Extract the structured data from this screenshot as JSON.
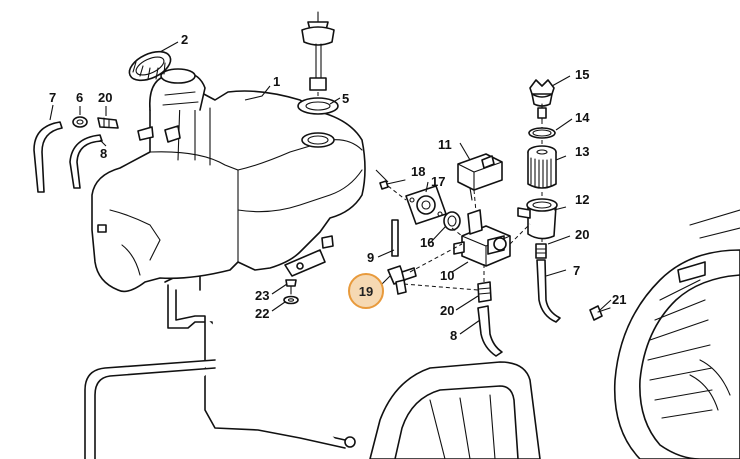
{
  "highlight": {
    "label": "19",
    "fill": "#f6d9b3",
    "stroke": "#e89a3c"
  },
  "callouts": {
    "c1": "1",
    "c2": "2",
    "c5": "5",
    "c6": "6",
    "c7a": "7",
    "c7b": "7",
    "c8a": "8",
    "c8b": "8",
    "c9": "9",
    "c10": "10",
    "c11": "11",
    "c12": "12",
    "c13": "13",
    "c14": "14",
    "c15": "15",
    "c16": "16",
    "c17": "17",
    "c18": "18",
    "c20a": "20",
    "c20b": "20",
    "c20c": "20",
    "c21": "21",
    "c22": "22",
    "c23": "23"
  }
}
